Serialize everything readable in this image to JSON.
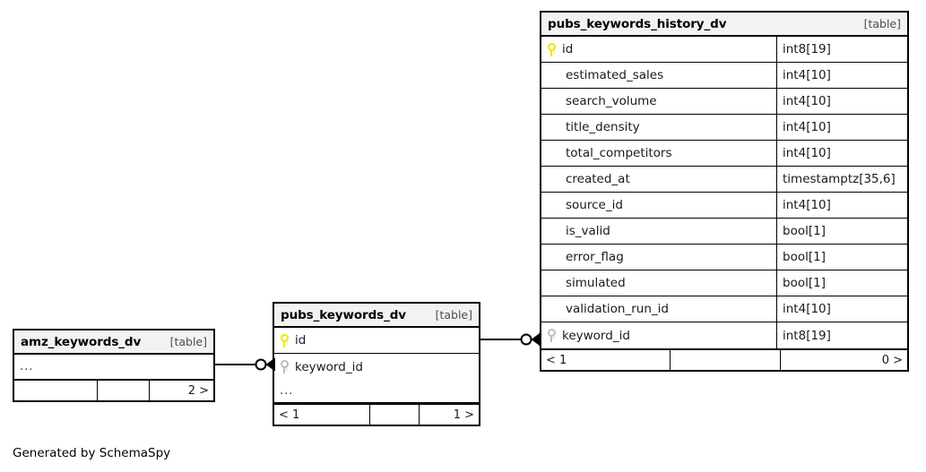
{
  "diagram": {
    "caption": "Generated by SchemaSpy",
    "table_tag": "[table]",
    "ellipsis": "..."
  },
  "tables": {
    "history": {
      "name": "pubs_keywords_history_dv",
      "tag": "[table]",
      "columns": [
        {
          "key": "pk",
          "name": "id",
          "type": "int8[19]"
        },
        {
          "key": "",
          "name": "estimated_sales",
          "type": "int4[10]"
        },
        {
          "key": "",
          "name": "search_volume",
          "type": "int4[10]"
        },
        {
          "key": "",
          "name": "title_density",
          "type": "int4[10]"
        },
        {
          "key": "",
          "name": "total_competitors",
          "type": "int4[10]"
        },
        {
          "key": "",
          "name": "created_at",
          "type": "timestamptz[35,6]"
        },
        {
          "key": "",
          "name": "source_id",
          "type": "int4[10]"
        },
        {
          "key": "",
          "name": "is_valid",
          "type": "bool[1]"
        },
        {
          "key": "",
          "name": "error_flag",
          "type": "bool[1]"
        },
        {
          "key": "",
          "name": "simulated",
          "type": "bool[1]"
        },
        {
          "key": "",
          "name": "validation_run_id",
          "type": "int4[10]"
        },
        {
          "key": "fk",
          "name": "keyword_id",
          "type": "int8[19]"
        }
      ],
      "footer": {
        "left": "< 1",
        "middle": "",
        "right": "0 >"
      }
    },
    "keywords": {
      "name": "pubs_keywords_dv",
      "tag": "[table]",
      "columns": [
        {
          "key": "pk",
          "name": "id"
        },
        {
          "key": "fk",
          "name": "keyword_id"
        }
      ],
      "ellipsis": "...",
      "footer": {
        "left": "< 1",
        "middle": "",
        "right": "1 >"
      }
    },
    "amz": {
      "name": "amz_keywords_dv",
      "tag": "[table]",
      "ellipsis": "...",
      "footer": {
        "left": "",
        "middle": "",
        "right": "2 >"
      }
    }
  },
  "relationships": [
    {
      "from": "amz_keywords_dv",
      "to": "pubs_keywords_dv",
      "notation": "zero-or-many"
    },
    {
      "from": "pubs_keywords_dv",
      "to": "pubs_keywords_history_dv",
      "notation": "zero-or-many"
    }
  ],
  "colors": {
    "primary_key": "#e8e800",
    "foreign_key": "#bdbdbd",
    "border": "#000000",
    "header_bg": "#f2f2f2",
    "background": "#ffffff"
  }
}
